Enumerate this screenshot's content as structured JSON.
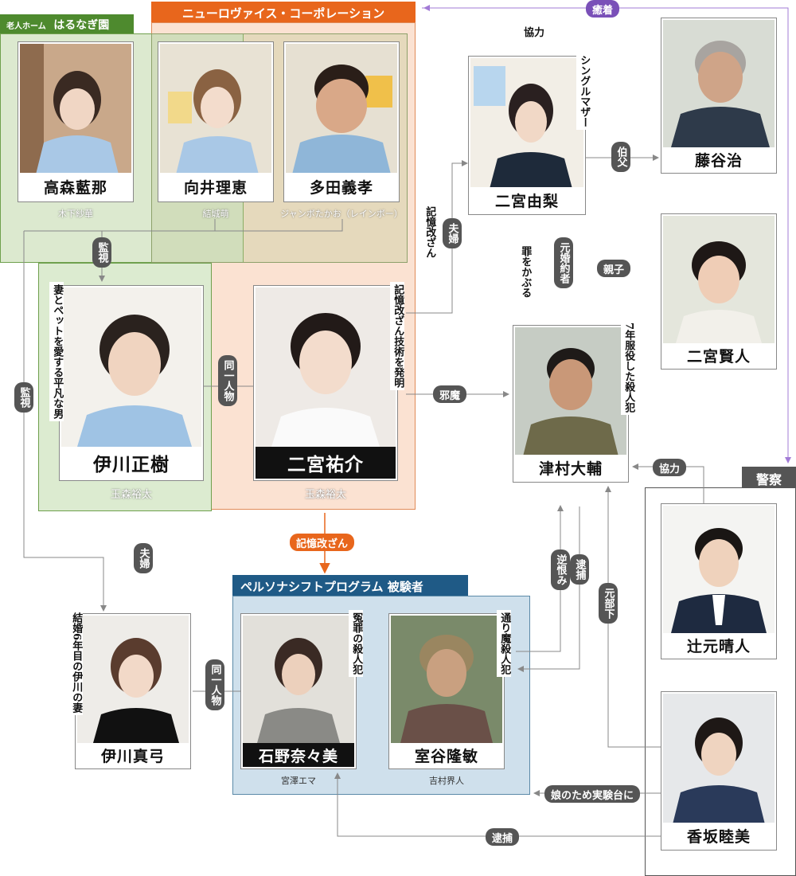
{
  "groups": {
    "haru_prefix": "老人ホーム",
    "haru_name": "はるなぎ園",
    "neuro": "ニューロヴァイス・コーポレーション",
    "persona": "ペルソナシフトプログラム 被験者",
    "police": "警察"
  },
  "characters": {
    "takamori": {
      "name": "高森藍那",
      "actor": "木下紗華"
    },
    "mukai": {
      "name": "向井理恵",
      "actor": "結城萌"
    },
    "tada": {
      "name": "多田義孝",
      "actor": "ジャンボたかお（レインボー）"
    },
    "igawa_masaki": {
      "name": "伊川正樹",
      "actor": "玉森裕太",
      "note": "妻とペットを愛する平凡な男"
    },
    "ninomiya_yusuke": {
      "name": "二宮祐介",
      "actor": "玉森裕太",
      "note": "記憶改ざん技術を発明"
    },
    "ninomiya_yuri": {
      "name": "二宮由梨",
      "note": "シングルマザー"
    },
    "fujitani": {
      "name": "藤谷治"
    },
    "ninomiya_kento": {
      "name": "二宮賢人"
    },
    "tsumura": {
      "name": "津村大輔",
      "note": "7年服役した殺人犯"
    },
    "igawa_mayumi": {
      "name": "伊川真弓",
      "note": "結婚6年目の伊川の妻"
    },
    "ishino": {
      "name": "石野奈々美",
      "actor": "宮澤エマ",
      "note": "冤罪の殺人犯"
    },
    "muroya": {
      "name": "室谷隆敏",
      "actor": "吉村界人",
      "note": "通り魔殺人犯"
    },
    "tsujimoto": {
      "name": "辻元晴人"
    },
    "kosaka": {
      "name": "香坂睦美"
    }
  },
  "relations": {
    "yuchaku": "癒着",
    "kyoryoku_top": "協力",
    "kanshi_1": "監視",
    "kanshi_2": "監視",
    "douitsu_1": "同一人物",
    "douitsu_2": "同一人物",
    "kioku_kaizan_v": "記憶改ざん",
    "fuufu_1": "夫婦",
    "fuufu_2": "夫婦",
    "hakufu": "伯父",
    "tsumi": "罪をかぶる",
    "motokonyaku": "元婚約者",
    "oyako": "親子",
    "jama": "邪魔",
    "kioku_kaizan_h": "記憶改ざん",
    "sakaurami": "逆恨み",
    "taiho_1": "逮捕",
    "motobuka": "元部下",
    "kyoryoku_police": "協力",
    "musume": "娘のため実験台に",
    "taiho_2": "逮捕"
  },
  "colors": {
    "haru_green": "#4e8a2e",
    "neuro_orange": "#e8661c",
    "persona_blue": "#1f5a86",
    "police_gray": "#555555",
    "purple": "#7a50b8"
  }
}
